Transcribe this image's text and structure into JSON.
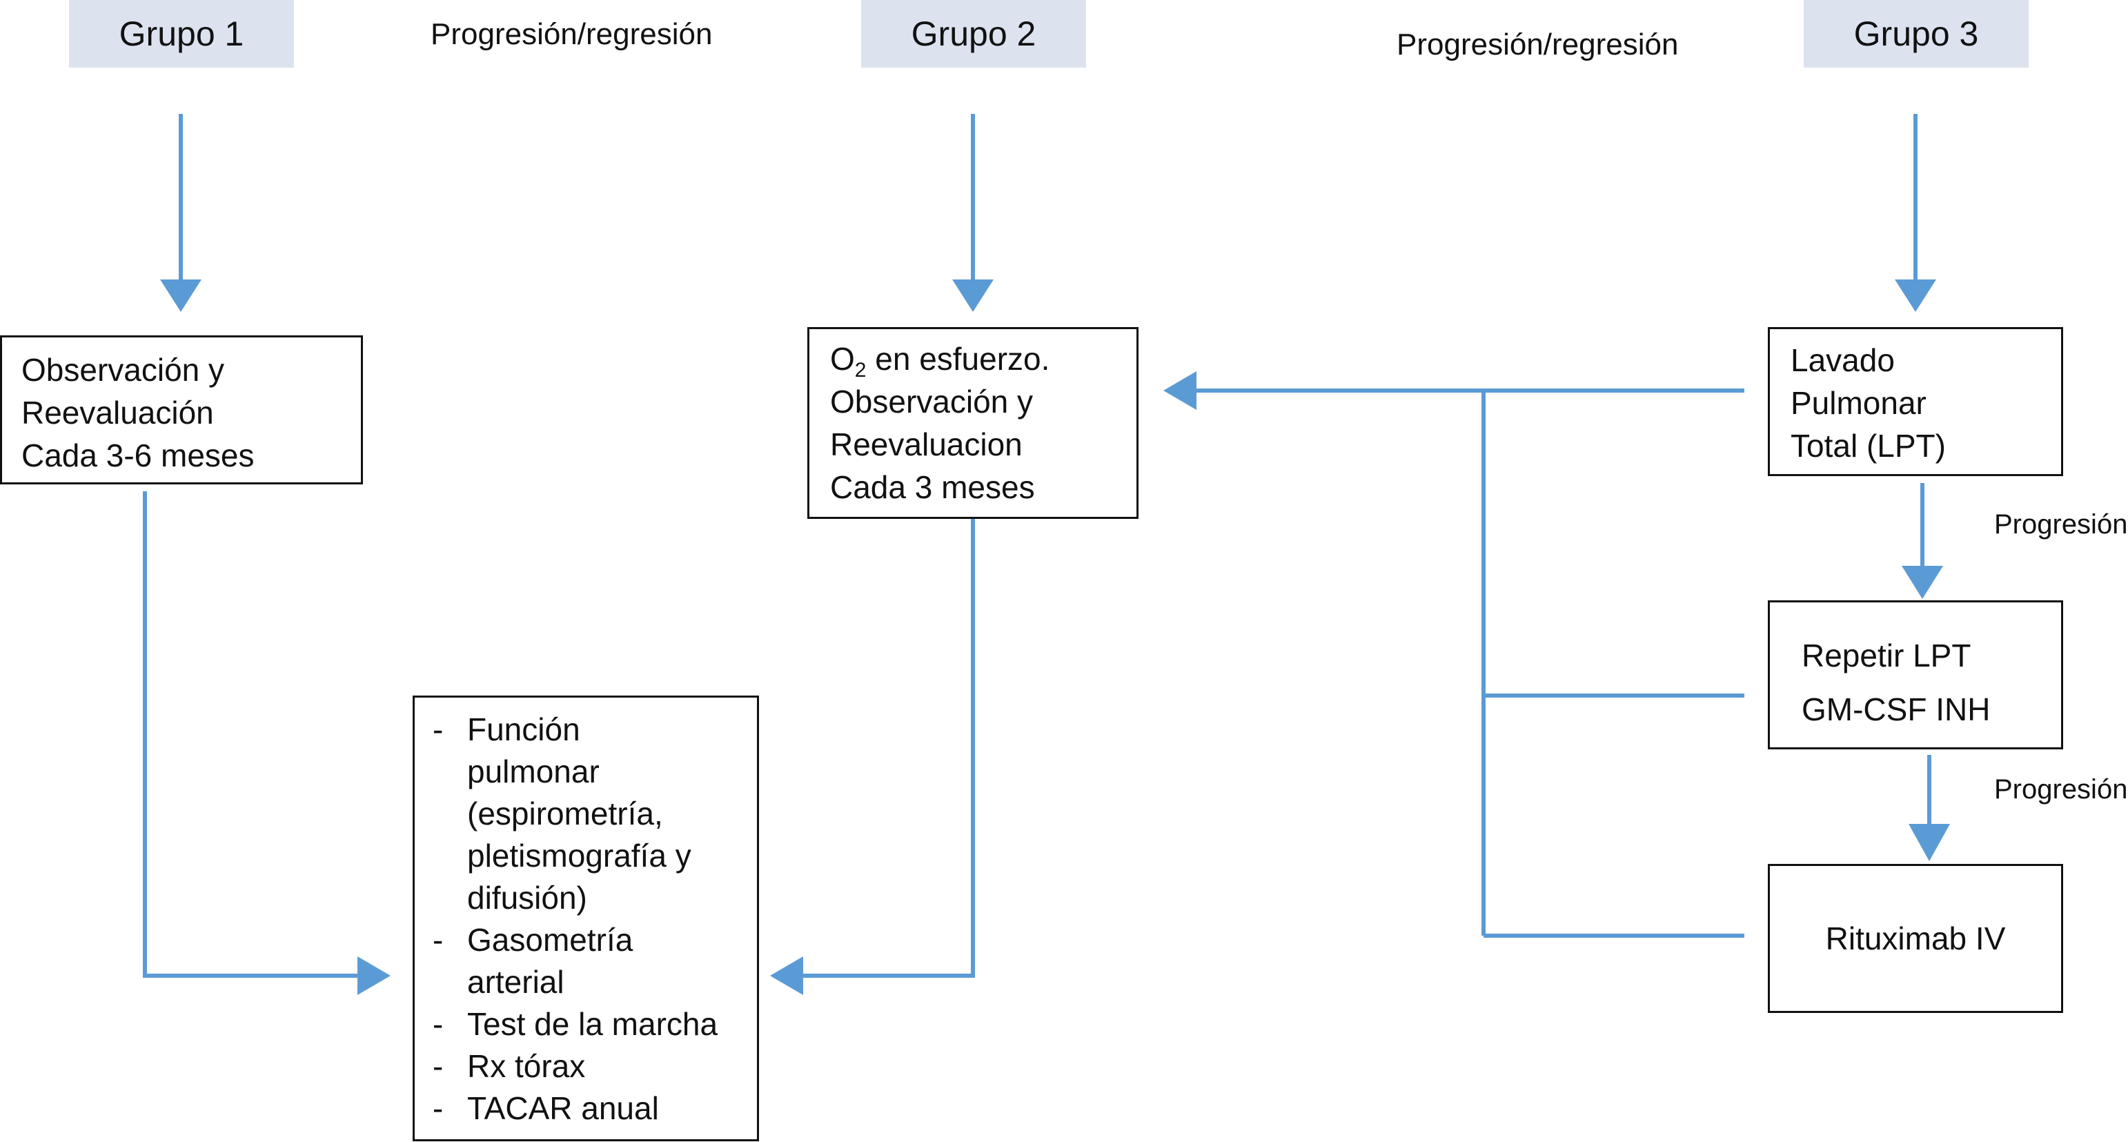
{
  "headers": {
    "group1": "Grupo 1",
    "group2": "Grupo 2",
    "group3": "Grupo 3"
  },
  "labels": {
    "prog_regr_1": "Progresión/regresión",
    "prog_regr_2": "Progresión/regresión",
    "progresion_1": "Progresión",
    "progresion_2": "Progresión"
  },
  "box_group1": {
    "lines": [
      "Observación y",
      "Reevaluación",
      "Cada 3-6 meses"
    ]
  },
  "box_group2": {
    "o2_symbol": "O",
    "o2_subscript": "2",
    "o2_rest": " en esfuerzo.",
    "lines": [
      "Observación y",
      "Reevaluacion",
      "Cada 3 meses"
    ]
  },
  "box_lpt": {
    "lines": [
      "Lavado",
      "Pulmonar",
      "Total (LPT)"
    ]
  },
  "box_repeat": {
    "lines": [
      "Repetir LPT",
      "GM-CSF INH"
    ]
  },
  "box_rituximab": {
    "text": "Rituximab IV"
  },
  "box_evaluation": {
    "dash": "-",
    "items": [
      [
        "Función",
        "pulmonar",
        "(espirometría,",
        "pletismografía y",
        "difusión)"
      ],
      [
        "Gasometría",
        "arterial"
      ],
      [
        "Test de la marcha"
      ],
      [
        "Rx tórax"
      ],
      [
        "TACAR  anual"
      ]
    ]
  },
  "colors": {
    "arrow": "#5b9bd5",
    "header_bg": "#dce3ef",
    "box_border": "#111111"
  }
}
